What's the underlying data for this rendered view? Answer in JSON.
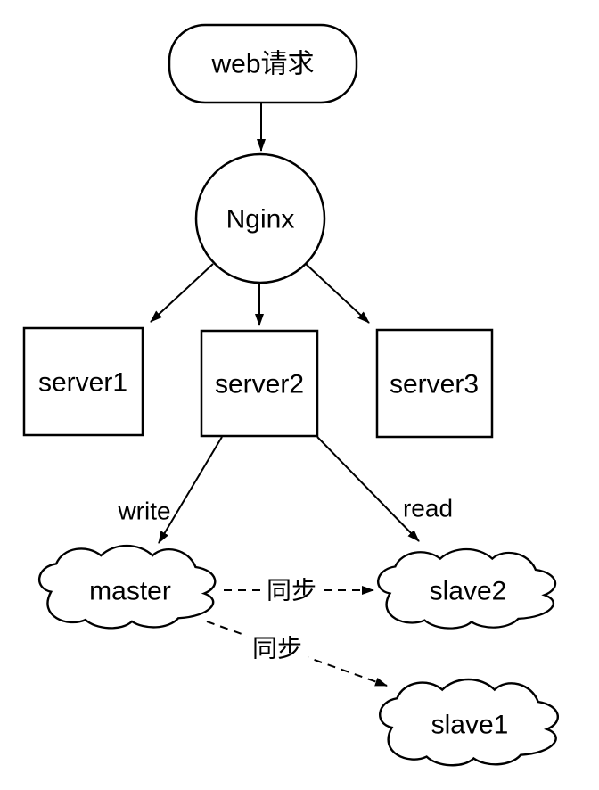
{
  "diagram": {
    "colors": {
      "stroke": "#000000",
      "node_fill": "#ffffff",
      "background": "#ffffff"
    },
    "nodes": {
      "web_request": {
        "label": "web请求",
        "shape": "rounded-rect"
      },
      "nginx": {
        "label": "Nginx",
        "shape": "circle"
      },
      "server1": {
        "label": "server1",
        "shape": "rect"
      },
      "server2": {
        "label": "server2",
        "shape": "rect"
      },
      "server3": {
        "label": "server3",
        "shape": "rect"
      },
      "master": {
        "label": "master",
        "shape": "cloud"
      },
      "slave2": {
        "label": "slave2",
        "shape": "cloud"
      },
      "slave1": {
        "label": "slave1",
        "shape": "cloud"
      }
    },
    "edges": [
      {
        "from": "web_request",
        "to": "nginx",
        "style": "solid"
      },
      {
        "from": "nginx",
        "to": "server1",
        "style": "solid"
      },
      {
        "from": "nginx",
        "to": "server2",
        "style": "solid"
      },
      {
        "from": "nginx",
        "to": "server3",
        "style": "solid"
      },
      {
        "from": "server2",
        "to": "master",
        "style": "solid",
        "label": "write"
      },
      {
        "from": "server2",
        "to": "slave2",
        "style": "solid",
        "label": "read"
      },
      {
        "from": "master",
        "to": "slave2",
        "style": "dashed",
        "label": "同步"
      },
      {
        "from": "master",
        "to": "slave1",
        "style": "dashed",
        "label": "同步"
      }
    ]
  }
}
